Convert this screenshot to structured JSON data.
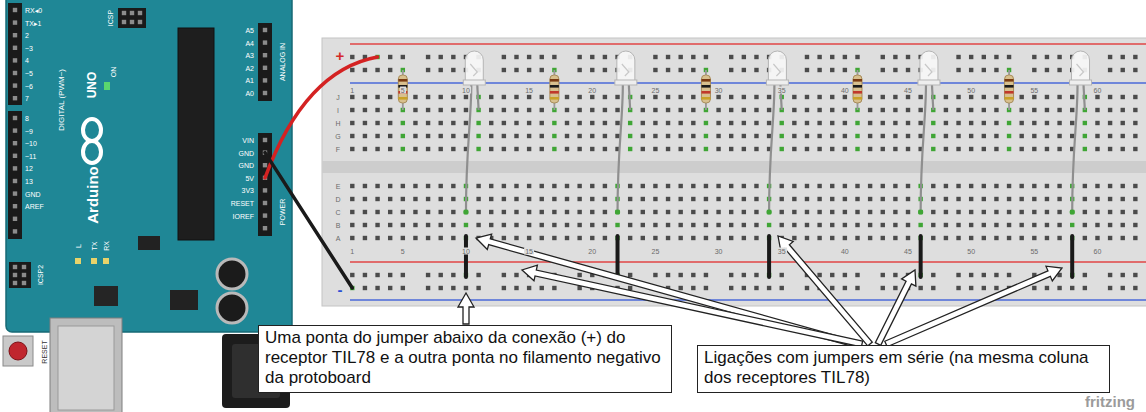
{
  "diagram": {
    "nodes": [
      {
        "text": [
          "Uma ponta do jumper abaixo da conexão (+) do receptor TIL78 e a outra ponta no filamento negativo da protoboard"
        ]
      },
      {
        "text": [
          "Ligações com jumpers em série (na mesma coluna dos receptores TIL78)"
        ]
      }
    ],
    "labels": [
      "ICSP",
      "ON",
      "DIGITAL (PWM~)",
      "UNO",
      "Arduino",
      "L",
      "TX",
      "RX",
      "ICSP2",
      "RESET",
      "ANALOG IN",
      "A5",
      "A4",
      "A3",
      "A2",
      "A1",
      "A0",
      "POWER",
      "VIN",
      "GND",
      "GND",
      "5V",
      "3V3",
      "RESET",
      "IOREF",
      "RX◂0",
      "TX▸1",
      "2",
      "~3",
      "4",
      "~5",
      "~6",
      "7",
      "8",
      "~9",
      "~10",
      "~11",
      "12",
      "13",
      "GND",
      "AREF",
      "+",
      "-",
      "1",
      "5",
      "10",
      "15",
      "20",
      "25",
      "30",
      "35",
      "40",
      "45",
      "50",
      "55",
      "60",
      "1",
      "5",
      "10",
      "15",
      "20",
      "25",
      "30",
      "35",
      "40",
      "45",
      "50",
      "55",
      "60",
      "J",
      "I",
      "H",
      "G",
      "F",
      "E",
      "D",
      "C",
      "B",
      "A",
      "fritzing"
    ]
  }
}
